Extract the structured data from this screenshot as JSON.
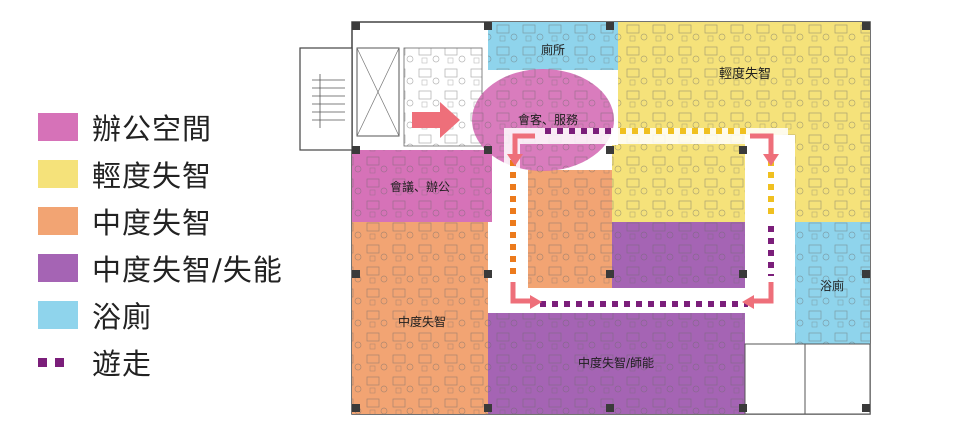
{
  "legend": [
    {
      "label": "辦公空間",
      "color": "#d672b8"
    },
    {
      "label": "輕度失智",
      "color": "#f5e27a"
    },
    {
      "label": "中度失智",
      "color": "#f2a473"
    },
    {
      "label": "中度失智/失能",
      "color": "#a564b4"
    },
    {
      "label": "浴廁",
      "color": "#8fd4ec"
    },
    {
      "label": "遊走",
      "color": "#7b1e7a"
    }
  ],
  "rooms": {
    "toilet_top": "廁所",
    "light_dementia": "輕度失智",
    "reception": "會客、服務",
    "meeting": "會議、辦公",
    "moderate": "中度失智",
    "moderate_disability": "中度失智/師能",
    "bath_right": "浴廁"
  },
  "colors": {
    "office": "#d672b8",
    "light": "#f5e27a",
    "moderate": "#f2a473",
    "disability": "#a564b4",
    "bath": "#8fd4ec",
    "wander": "#7b1e7a",
    "arrow": "#ee6f7a",
    "wander_orange": "#ec7a1c",
    "wander_yellow": "#f0c020"
  }
}
